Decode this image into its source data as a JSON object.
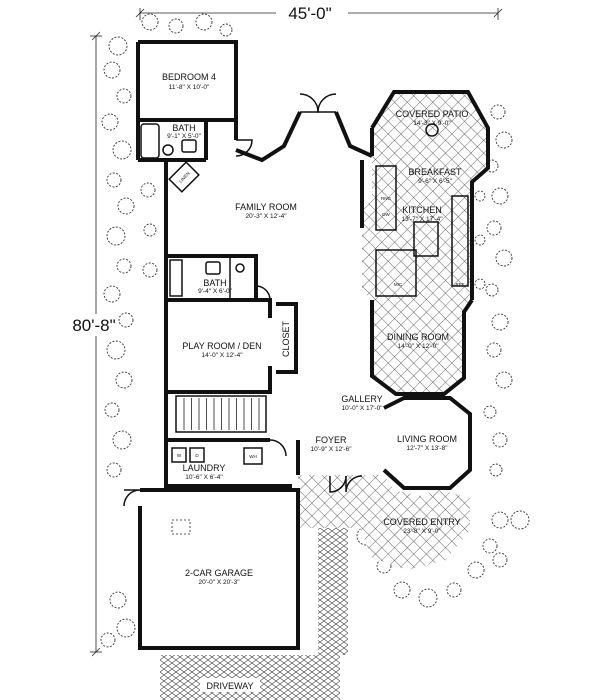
{
  "plan": {
    "overall_width": "45'-0\"",
    "overall_depth": "80'-8\"",
    "rooms": [
      {
        "id": "bedroom4",
        "name": "BEDROOM 4",
        "dim": "11'-8\" X 10'-0\""
      },
      {
        "id": "bath_upper",
        "name": "BATH",
        "dim": "9'-1\" X 5'-0\""
      },
      {
        "id": "covered_patio",
        "name": "COVERED PATIO",
        "dim": "14'-3\" X 9'-0\""
      },
      {
        "id": "breakfast",
        "name": "BREAKFAST",
        "dim": "9'-6\" X 6'-5\""
      },
      {
        "id": "family_room",
        "name": "FAMILY ROOM",
        "dim": "20'-3\" X 12'-4\""
      },
      {
        "id": "kitchen",
        "name": "KITCHEN",
        "dim": "13'-7\" X 17'-4\""
      },
      {
        "id": "bath_lower",
        "name": "BATH",
        "dim": "9'-4\" X 6'-0\""
      },
      {
        "id": "dining_room",
        "name": "DINING ROOM",
        "dim": "14'-0\" X 12'-0\""
      },
      {
        "id": "play_room",
        "name": "PLAY ROOM / DEN",
        "dim": "14'-0\" X 12'-4\""
      },
      {
        "id": "closet",
        "name": "CLOSET",
        "dim": ""
      },
      {
        "id": "gallery",
        "name": "GALLERY",
        "dim": "10'-0\" X 17'-0\""
      },
      {
        "id": "foyer",
        "name": "FOYER",
        "dim": "10'-9\" X 12'-6\""
      },
      {
        "id": "living_room",
        "name": "LIVING ROOM",
        "dim": "12'-7\" X 13'-8\""
      },
      {
        "id": "laundry",
        "name": "LAUNDRY",
        "dim": "10'-6\" X 6'-4\""
      },
      {
        "id": "covered_entry",
        "name": "COVERED ENTRY",
        "dim": "23'-8\" X 9'-0\""
      },
      {
        "id": "garage",
        "name": "2-CAR GARAGE",
        "dim": "20'-0\" X 20'-3\""
      },
      {
        "id": "driveway",
        "name": "DRIVEWAY",
        "dim": ""
      }
    ],
    "fixture_labels": {
      "linen": "LINEN",
      "range": "RNG",
      "dishwasher": "DW",
      "refrigerator": "REF",
      "microwave": "MIC",
      "washer": "W",
      "dryer": "D",
      "water_heater": "WH"
    }
  }
}
